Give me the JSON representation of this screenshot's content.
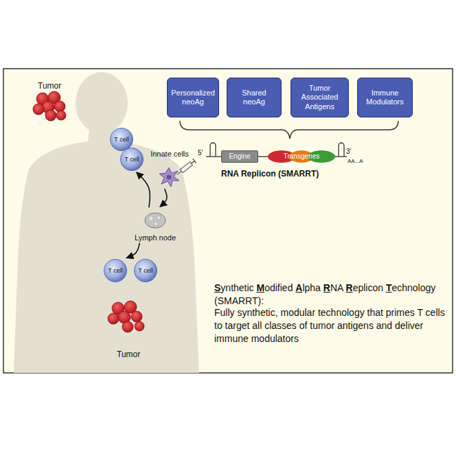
{
  "diagram": {
    "nodes": [
      {
        "text": [
          "Personalized neoAg"
        ]
      },
      {
        "text": [
          "Shared neoAg"
        ]
      },
      {
        "text": [
          "Tumor Associated Antigens"
        ]
      },
      {
        "text": [
          "Immune Modulators"
        ]
      },
      {
        "text": [
          "Engine"
        ]
      },
      {
        "text": [
          "Transgenes"
        ]
      },
      {
        "text": [
          "T cell"
        ]
      },
      {
        "text": [
          "T cell"
        ]
      },
      {
        "text": [
          "Innate cells"
        ]
      },
      {
        "text": [
          "Lymph node"
        ]
      },
      {
        "text": [
          "T cell"
        ]
      },
      {
        "text": [
          "T cell"
        ]
      }
    ],
    "edges": [
      {
        "from": 8,
        "to": 9,
        "arrow": "to"
      },
      {
        "from": 9,
        "to": 7,
        "arrow": "to"
      },
      {
        "from": 9,
        "to": 10,
        "arrow": "to"
      }
    ],
    "labels": [
      "5'",
      "3'",
      "AA...A",
      "RNA Replicon (SMARRT)",
      "Tumor",
      "Tumor",
      "Synthetic Modified Alpha RNA Replicon Technology (SMARRT):",
      "Fully synthetic, modular technology that primes T cells to target all classes of tumor antigens and deliver immune modulators"
    ]
  }
}
